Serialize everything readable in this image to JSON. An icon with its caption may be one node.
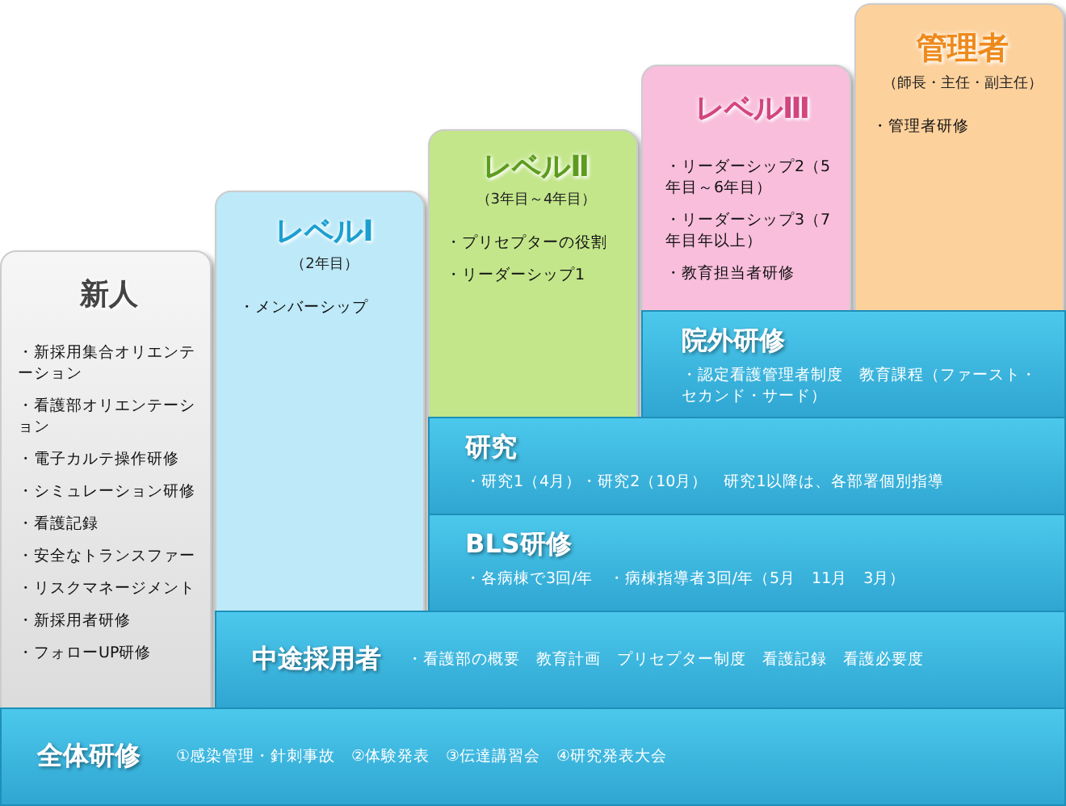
{
  "diagram": {
    "nodes": [
      {
        "text": [
          "新人",
          "・新採用集合オリエンテーション",
          "・看護部オリエンテーション",
          "・電子カルテ操作研修",
          "・シミュレーション研修",
          "・看護記録",
          "・安全なトランスファー",
          "・リスクマネージメント",
          "・新採用者研修",
          "・フォローUP研修"
        ]
      },
      {
        "text": [
          "レベルⅠ",
          "（2年目）",
          "・メンバーシップ"
        ]
      },
      {
        "text": [
          "レベルⅡ",
          "（3年目～4年目）",
          "・プリセプターの役割",
          "・リーダーシップ1"
        ]
      },
      {
        "text": [
          "レベルⅢ",
          "・リーダーシップ2（5年目～6年目）",
          "・リーダーシップ3（7年目年以上）",
          "・教育担当者研修"
        ]
      },
      {
        "text": [
          "管理者",
          "（師長・主任・副主任）",
          "・管理者研修"
        ]
      },
      {
        "text": [
          "院外研修",
          "・認定看護管理者制度　教育課程（ファースト・セカンド・サード）"
        ]
      },
      {
        "text": [
          "研究",
          "・研究1（4月）・研究2（10月）　研究1以降は、各部署個別指導"
        ]
      },
      {
        "text": [
          "BLS研修",
          "・各病棟で3回/年　・病棟指導者3回/年（5月　11月　3月）"
        ]
      },
      {
        "text": [
          "中途採用者",
          "・看護部の概要　教育計画　プリセプター制度　看護記録　看護必要度"
        ]
      },
      {
        "text": [
          "全体研修",
          "①感染管理・針刺事故　②体験発表　③伝達講習会　④研究発表大会"
        ]
      }
    ]
  }
}
